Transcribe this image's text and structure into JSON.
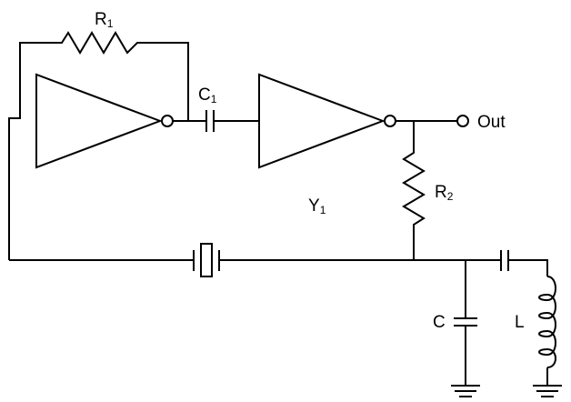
{
  "labels": {
    "r1": {
      "main": "R",
      "sub": "1"
    },
    "c1": {
      "main": "C",
      "sub": "1"
    },
    "out": "Out",
    "y1": {
      "main": "Y",
      "sub": "1"
    },
    "r2": {
      "main": "R",
      "sub": "2"
    },
    "c": "C",
    "l": "L"
  }
}
